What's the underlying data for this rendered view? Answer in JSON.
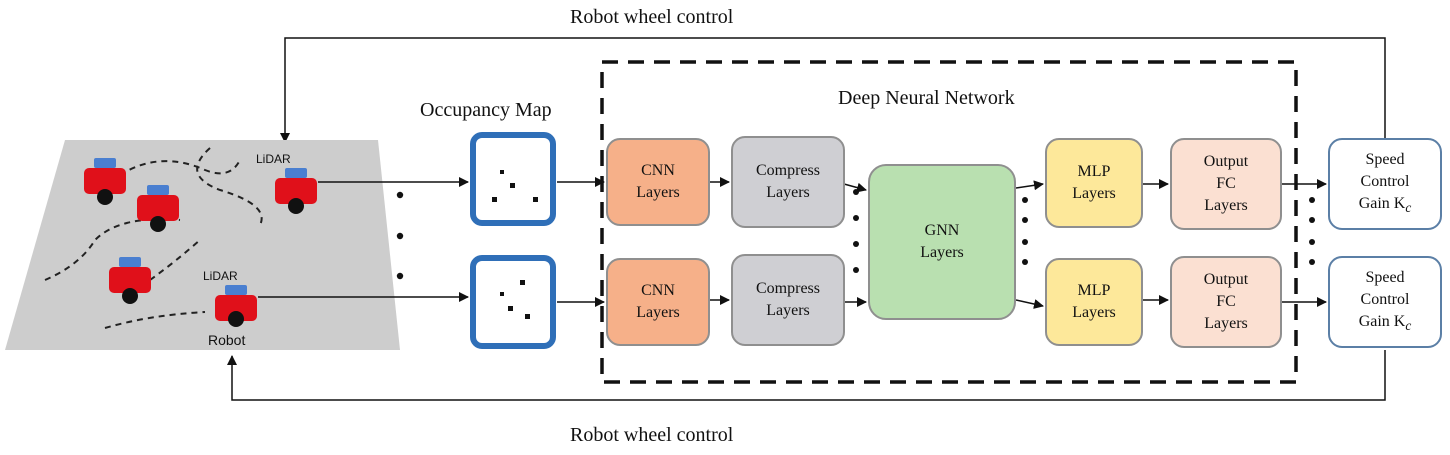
{
  "labels": {
    "top_control": "Robot wheel control",
    "bottom_control": "Robot wheel control",
    "occupancy_map": "Occupancy Map",
    "dnn": "Deep Neural Network",
    "lidar_top": "LiDAR",
    "lidar_bottom": "LiDAR",
    "robot": "Robot"
  },
  "blocks": {
    "cnn_top": [
      "CNN",
      "Layers"
    ],
    "cnn_bottom": [
      "CNN",
      "Layers"
    ],
    "compress_top": [
      "Compress",
      "Layers"
    ],
    "compress_bottom": [
      "Compress",
      "Layers"
    ],
    "gnn": [
      "GNN",
      "Layers"
    ],
    "mlp_top": [
      "MLP",
      "Layers"
    ],
    "mlp_bottom": [
      "MLP",
      "Layers"
    ],
    "output_top": [
      "Output",
      "FC",
      "Layers"
    ],
    "output_bottom": [
      "Output",
      "FC",
      "Layers"
    ],
    "speed_top": [
      "Speed",
      "Control",
      "Gain K"
    ],
    "speed_bottom": [
      "Speed",
      "Control",
      "Gain K"
    ],
    "gain_subscript": "c"
  },
  "colors": {
    "cnn": "#f6b089",
    "compress": "#cfcfd3",
    "gnn": "#b9e0b0",
    "mlp": "#fde89a",
    "output": "#fbe0d2",
    "map_border": "#2f6fb8",
    "robot": "#e0101a",
    "sensor": "#4a7fd0",
    "floor": "#cdcdcd"
  }
}
